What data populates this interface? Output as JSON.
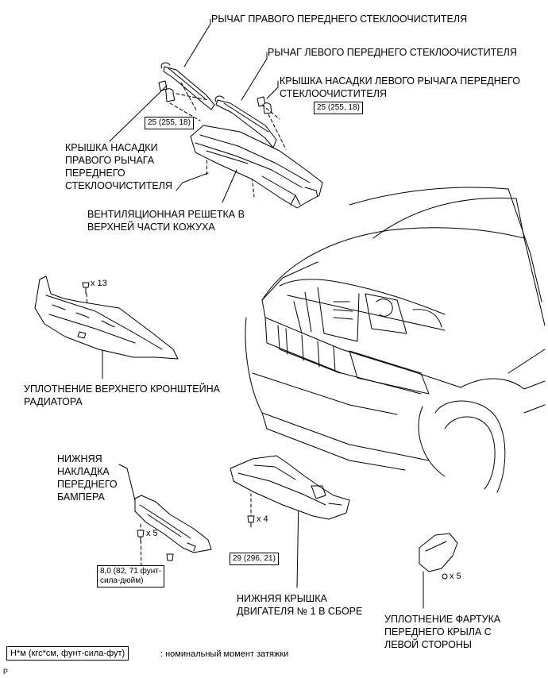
{
  "labels": {
    "right_wiper_arm": "РЫЧАГ ПРАВОГО ПЕРЕДНЕГО СТЕКЛООЧИСТИТЕЛЯ",
    "left_wiper_arm": "РЫЧАГ ЛЕВОГО ПЕРЕДНЕГО СТЕКЛООЧИСТИТЕЛЯ",
    "left_arm_cap": "КРЫШКА НАСАДКИ ЛЕВОГО РЫЧАГА ПЕРЕДНЕГО\nСТЕКЛООЧИСТИТЕЛЯ",
    "right_arm_cap": "КРЫШКА НАСАДКИ\nПРАВОГО РЫЧАГА\nПЕРЕДНЕГО\nСТЕКЛООЧИСТИТЕЛЯ",
    "cowl_louver": "ВЕНТИЛЯЦИОННАЯ РЕШЕТКА В\nВЕРХНЕЙ ЧАСТИ КОЖУХА",
    "radiator_seal": "УПЛОТНЕНИЕ ВЕРХНЕГО КРОНШТЕЙНА\nРАДИАТОРА",
    "lower_bumper_trim": "НИЖНЯЯ\nНАКЛАДКА\nПЕРЕДНЕГО\nБАМПЕРА",
    "engine_under_cover": "НИЖНЯЯ КРЫШКА\nДВИГАТЕЛЯ № 1 В СБОРЕ",
    "fender_apron_seal": "УПЛОТНЕНИЕ ФАРТУКА\nПЕРЕДНЕГО КРЫЛА С\nЛЕВОЙ СТОРОНЫ"
  },
  "torques": {
    "right_arm_nut": "25 (255, 18)",
    "left_arm_nut": "25 (255, 18)",
    "bumper_bolt": "8,0 (82, 71 фунт-\nсила-дюйм)",
    "under_cover_bolt": "29 (296, 21)"
  },
  "counts": {
    "radiator_clips": "x 13",
    "bumper_bolts": "x 5",
    "under_cover_bolts": "x 4",
    "apron_clips": "x 5"
  },
  "legend": {
    "units": "Н*м (кгс*см, фунт-сила-фут)",
    "meaning": ": номинальный момент затяжки"
  },
  "corner_mark": "P"
}
